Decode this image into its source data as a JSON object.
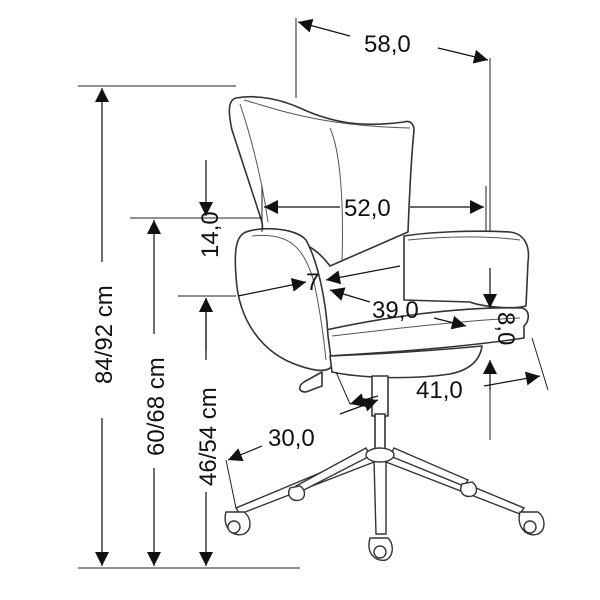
{
  "dimensions": {
    "overall_width": "58,0",
    "seat_inner_width": "52,0",
    "armrest_height": "14,0",
    "backrest_angle": "7",
    "seat_depth": "39,0",
    "seat_cushion_thickness": "8,0",
    "leg_span_side": "41,0",
    "leg_span_front": "30,0",
    "overall_height": "84/92 cm",
    "armrest_top_height": "60/68 cm",
    "seat_height": "46/54 cm"
  },
  "colors": {
    "line": "#222222",
    "text": "#111111"
  }
}
